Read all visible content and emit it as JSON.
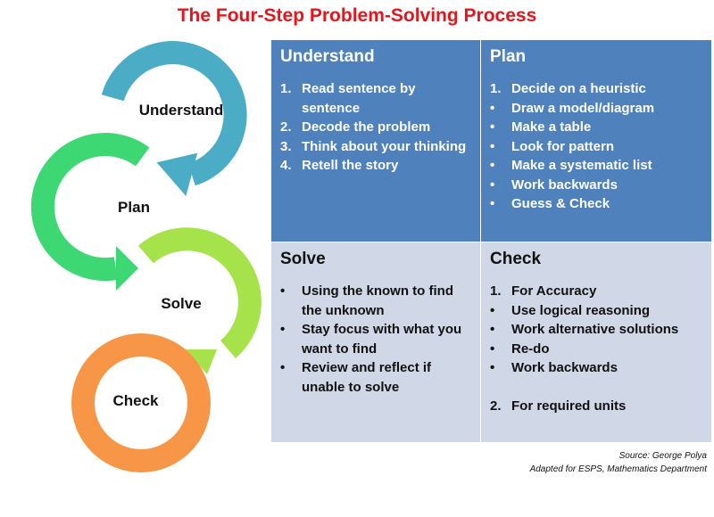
{
  "title": "The Four-Step Problem-Solving Process",
  "colors": {
    "title": "#e8141b",
    "understand_arrow": "#4bacc6",
    "plan_arrow": "#3dd873",
    "solve_arrow": "#a6e34a",
    "check_arrow": "#f79646",
    "top_cells": "#4f81bd",
    "bottom_cells": "#d0d8e8"
  },
  "cycle": {
    "steps": [
      "Understand",
      "Plan",
      "Solve",
      "Check"
    ]
  },
  "cells": {
    "understand": {
      "heading": "Understand",
      "items": [
        {
          "marker": "1.",
          "text": "Read sentence by sentence"
        },
        {
          "marker": "2.",
          "text": "Decode the problem"
        },
        {
          "marker": "3.",
          "text": "Think about your thinking"
        },
        {
          "marker": "4.",
          "text": "Retell the story"
        }
      ]
    },
    "plan": {
      "heading": "Plan",
      "items": [
        {
          "marker": "1.",
          "text": "Decide on a heuristic"
        },
        {
          "marker": "•",
          "text": "Draw a model/diagram"
        },
        {
          "marker": "•",
          "text": "Make a table"
        },
        {
          "marker": "•",
          "text": "Look for pattern"
        },
        {
          "marker": "•",
          "text": "Make a systematic list"
        },
        {
          "marker": "•",
          "text": "Work backwards"
        },
        {
          "marker": "•",
          "text": "Guess & Check"
        }
      ]
    },
    "solve": {
      "heading": "Solve",
      "items": [
        {
          "marker": "•",
          "text": "Using the known to find the unknown"
        },
        {
          "marker": "•",
          "text": "Stay focus with what you want to find"
        },
        {
          "marker": "•",
          "text": "Review and reflect if unable to solve"
        }
      ]
    },
    "check": {
      "heading": "Check",
      "items": [
        {
          "marker": "1.",
          "text": "For Accuracy"
        },
        {
          "marker": "•",
          "text": "Use logical reasoning"
        },
        {
          "marker": "•",
          "text": "Work alternative solutions"
        },
        {
          "marker": "•",
          "text": "Re-do"
        },
        {
          "marker": "•",
          "text": "Work backwards"
        },
        {
          "marker": "2.",
          "text": "For required units"
        }
      ]
    }
  },
  "source": {
    "line1": "Source: George Polya",
    "line2": "Adapted for ESPS, Mathematics Department"
  }
}
